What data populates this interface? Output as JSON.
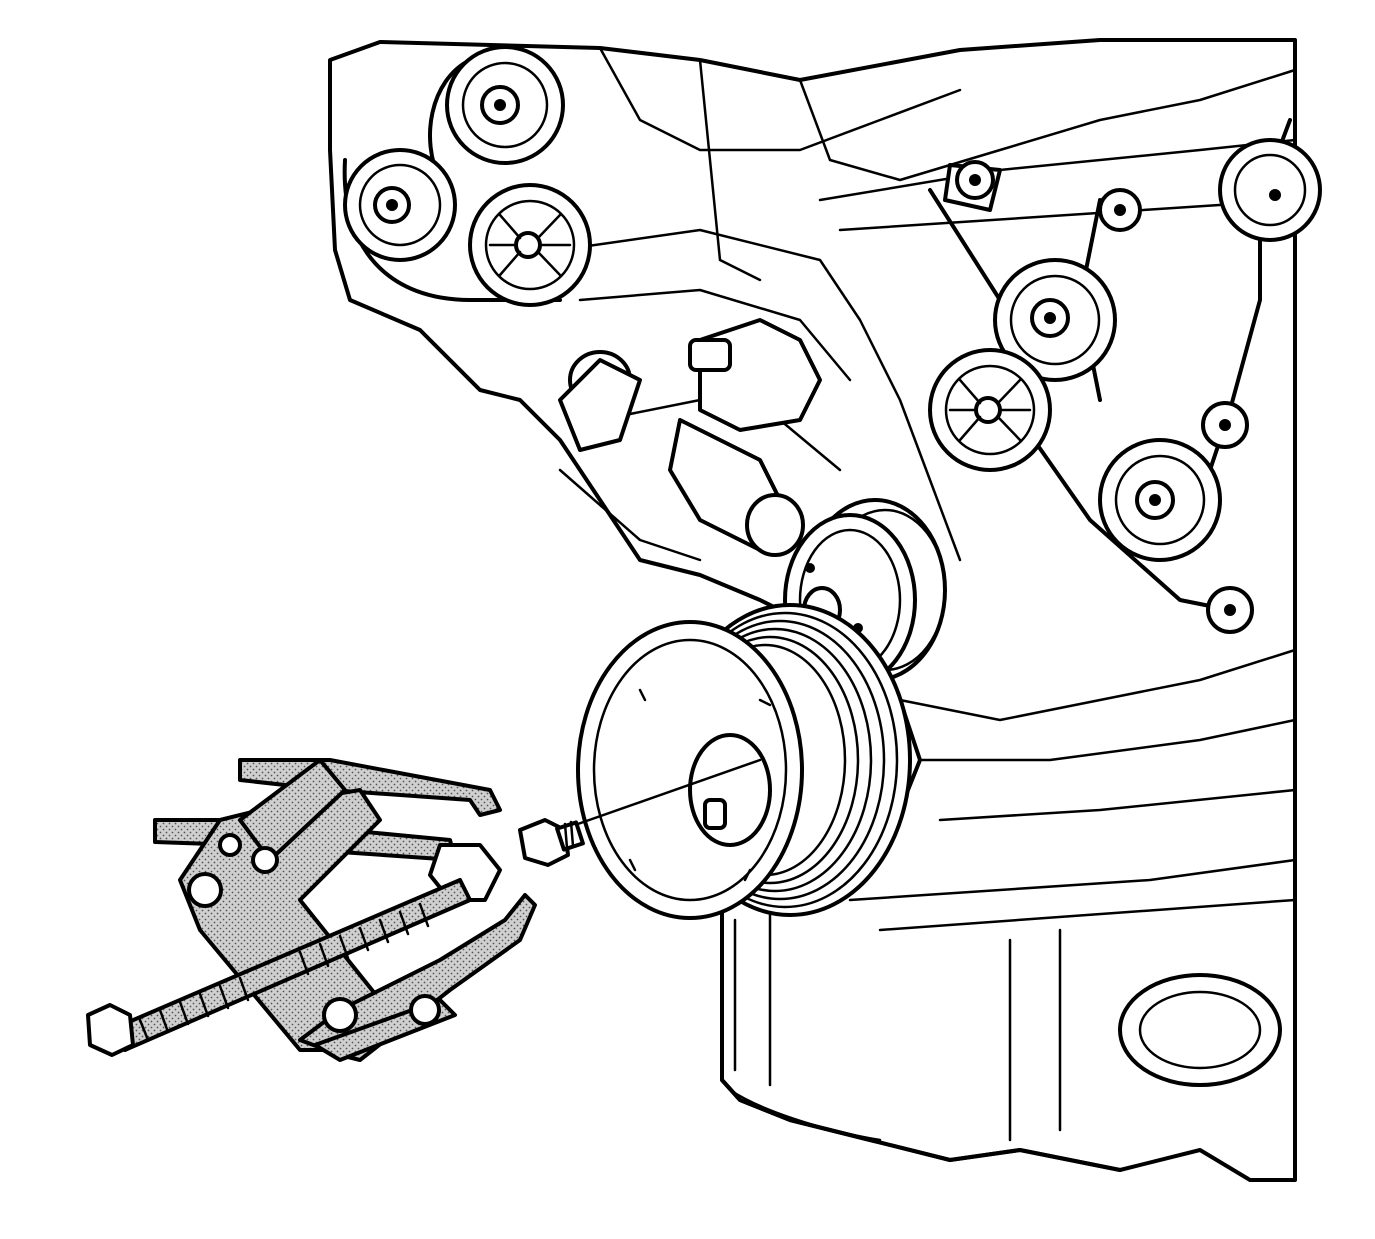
{
  "figure": {
    "colors": {
      "line": "#000000",
      "background": "#ffffff",
      "tool_fill": "#c8c8c8"
    },
    "components": [
      "engine-front-assembly",
      "crankshaft-balancer",
      "balancer-bolt",
      "puller-tool"
    ]
  }
}
